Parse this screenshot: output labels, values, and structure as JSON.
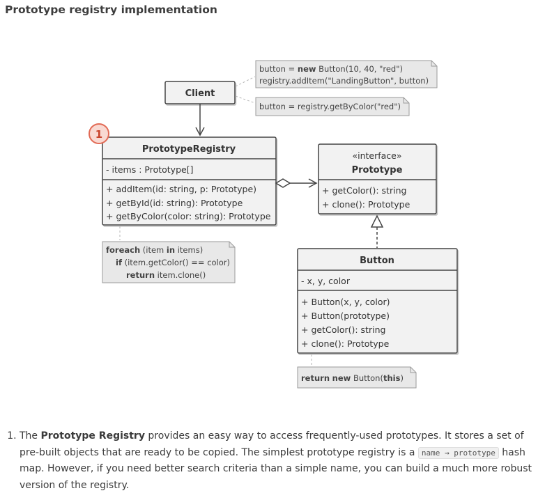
{
  "title": "Prototype registry implementation",
  "colors": {
    "box_fill": "#f2f2f2",
    "box_stroke": "#444444",
    "note_fill": "#e8e8e8",
    "note_stroke": "#9a9a9a",
    "badge_fill": "#f9d9d2",
    "badge_stroke": "#e26a55",
    "badge_text": "#c9442c"
  },
  "client": {
    "name": "Client"
  },
  "client_notes": {
    "add": {
      "line1": {
        "pre": "button = ",
        "kw": "new",
        "post": " Button(10, 40, \"red\")"
      },
      "line2": "registry.addItem(\"LandingButton\", button)"
    },
    "get": "button = registry.getByColor(\"red\")"
  },
  "badge": "1",
  "registry": {
    "name": "PrototypeRegistry",
    "fields": [
      "- items : Prototype[]"
    ],
    "methods": [
      "+ addItem(id: string, p: Prototype)",
      "+ getById(id: string): Prototype",
      "+ getByColor(color: string): Prototype"
    ]
  },
  "registry_note": {
    "line1": {
      "kw1": "foreach",
      "mid": " (item ",
      "kw2": "in",
      "post": " items)"
    },
    "line2": {
      "kw": "if",
      "post": " (item.getColor() == color)"
    },
    "line3": {
      "kw": "return",
      "post": " item.clone()"
    }
  },
  "prototype": {
    "stereotype": "«interface»",
    "name": "Prototype",
    "methods": [
      "+ getColor(): string",
      "+ clone(): Prototype"
    ]
  },
  "button": {
    "name": "Button",
    "fields": [
      "- x, y, color"
    ],
    "methods": [
      "+ Button(x, y, color)",
      "+ Button(prototype)",
      "+ getColor(): string",
      "+ clone(): Prototype"
    ]
  },
  "button_note": {
    "kw1": "return",
    "sp": " ",
    "kw2": "new",
    "mid": " Button(",
    "kw3": "this",
    "post": ")"
  },
  "footer": {
    "items": [
      {
        "prefix": "The ",
        "bold": "Prototype Registry",
        "text1": " provides an easy way to access frequently-used prototypes. It stores a set of pre-built objects that are ready to be copied. The simplest prototype registry is a ",
        "code": "name → prototype",
        "text2": " hash map. However, if you need better search criteria than a simple name, you can build a much more robust version of the registry."
      }
    ]
  }
}
